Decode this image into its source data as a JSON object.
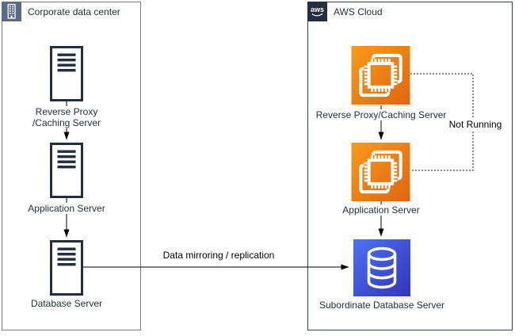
{
  "corporate": {
    "title": "Corporate data center",
    "icon": "building-icon",
    "servers": [
      {
        "id": "reverse-proxy-caching-server",
        "lines": [
          "Reverse Proxy",
          "/Caching Server"
        ]
      },
      {
        "id": "application-server",
        "lines": [
          "Application Server"
        ]
      },
      {
        "id": "database-server",
        "lines": [
          "Database Server"
        ]
      }
    ]
  },
  "aws": {
    "title": "AWS Cloud",
    "logo_text": "aws",
    "icon": "aws-logo-icon",
    "nodes": [
      {
        "id": "reverse-proxy-caching-server",
        "type": "ec2-instances",
        "label": "Reverse Proxy/Caching Server"
      },
      {
        "id": "application-server",
        "type": "ec2-instances",
        "label": "Application Server"
      },
      {
        "id": "subordinate-database-server",
        "type": "database",
        "label": "Subordinate Database Server"
      }
    ]
  },
  "edges": {
    "mirroring_label": "Data mirroring / replication",
    "not_running_label": "Not Running"
  },
  "icons": {
    "building-icon": "white building glyph on slate tile",
    "aws-logo-icon": "white aws smile logo on navy tile",
    "server-icon": "tall rectangle with four horizontal slots",
    "ec2-instances-icon": "white chip with two overlapping frames on orange gradient tile",
    "database-icon": "white cylinder on blue gradient tile"
  },
  "colors": {
    "corporate_tile": "#5a6b87",
    "aws_tile": "#232f3e",
    "corporate_border": "#7a7a7a",
    "aws_border": "#37424f",
    "node_label": "#232f3e",
    "connector": "#000000",
    "orange_gradient_start": "#f8991d",
    "orange_gradient_end": "#e06610",
    "blue_gradient_start": "#4d72f3",
    "blue_gradient_end": "#3334b9"
  }
}
